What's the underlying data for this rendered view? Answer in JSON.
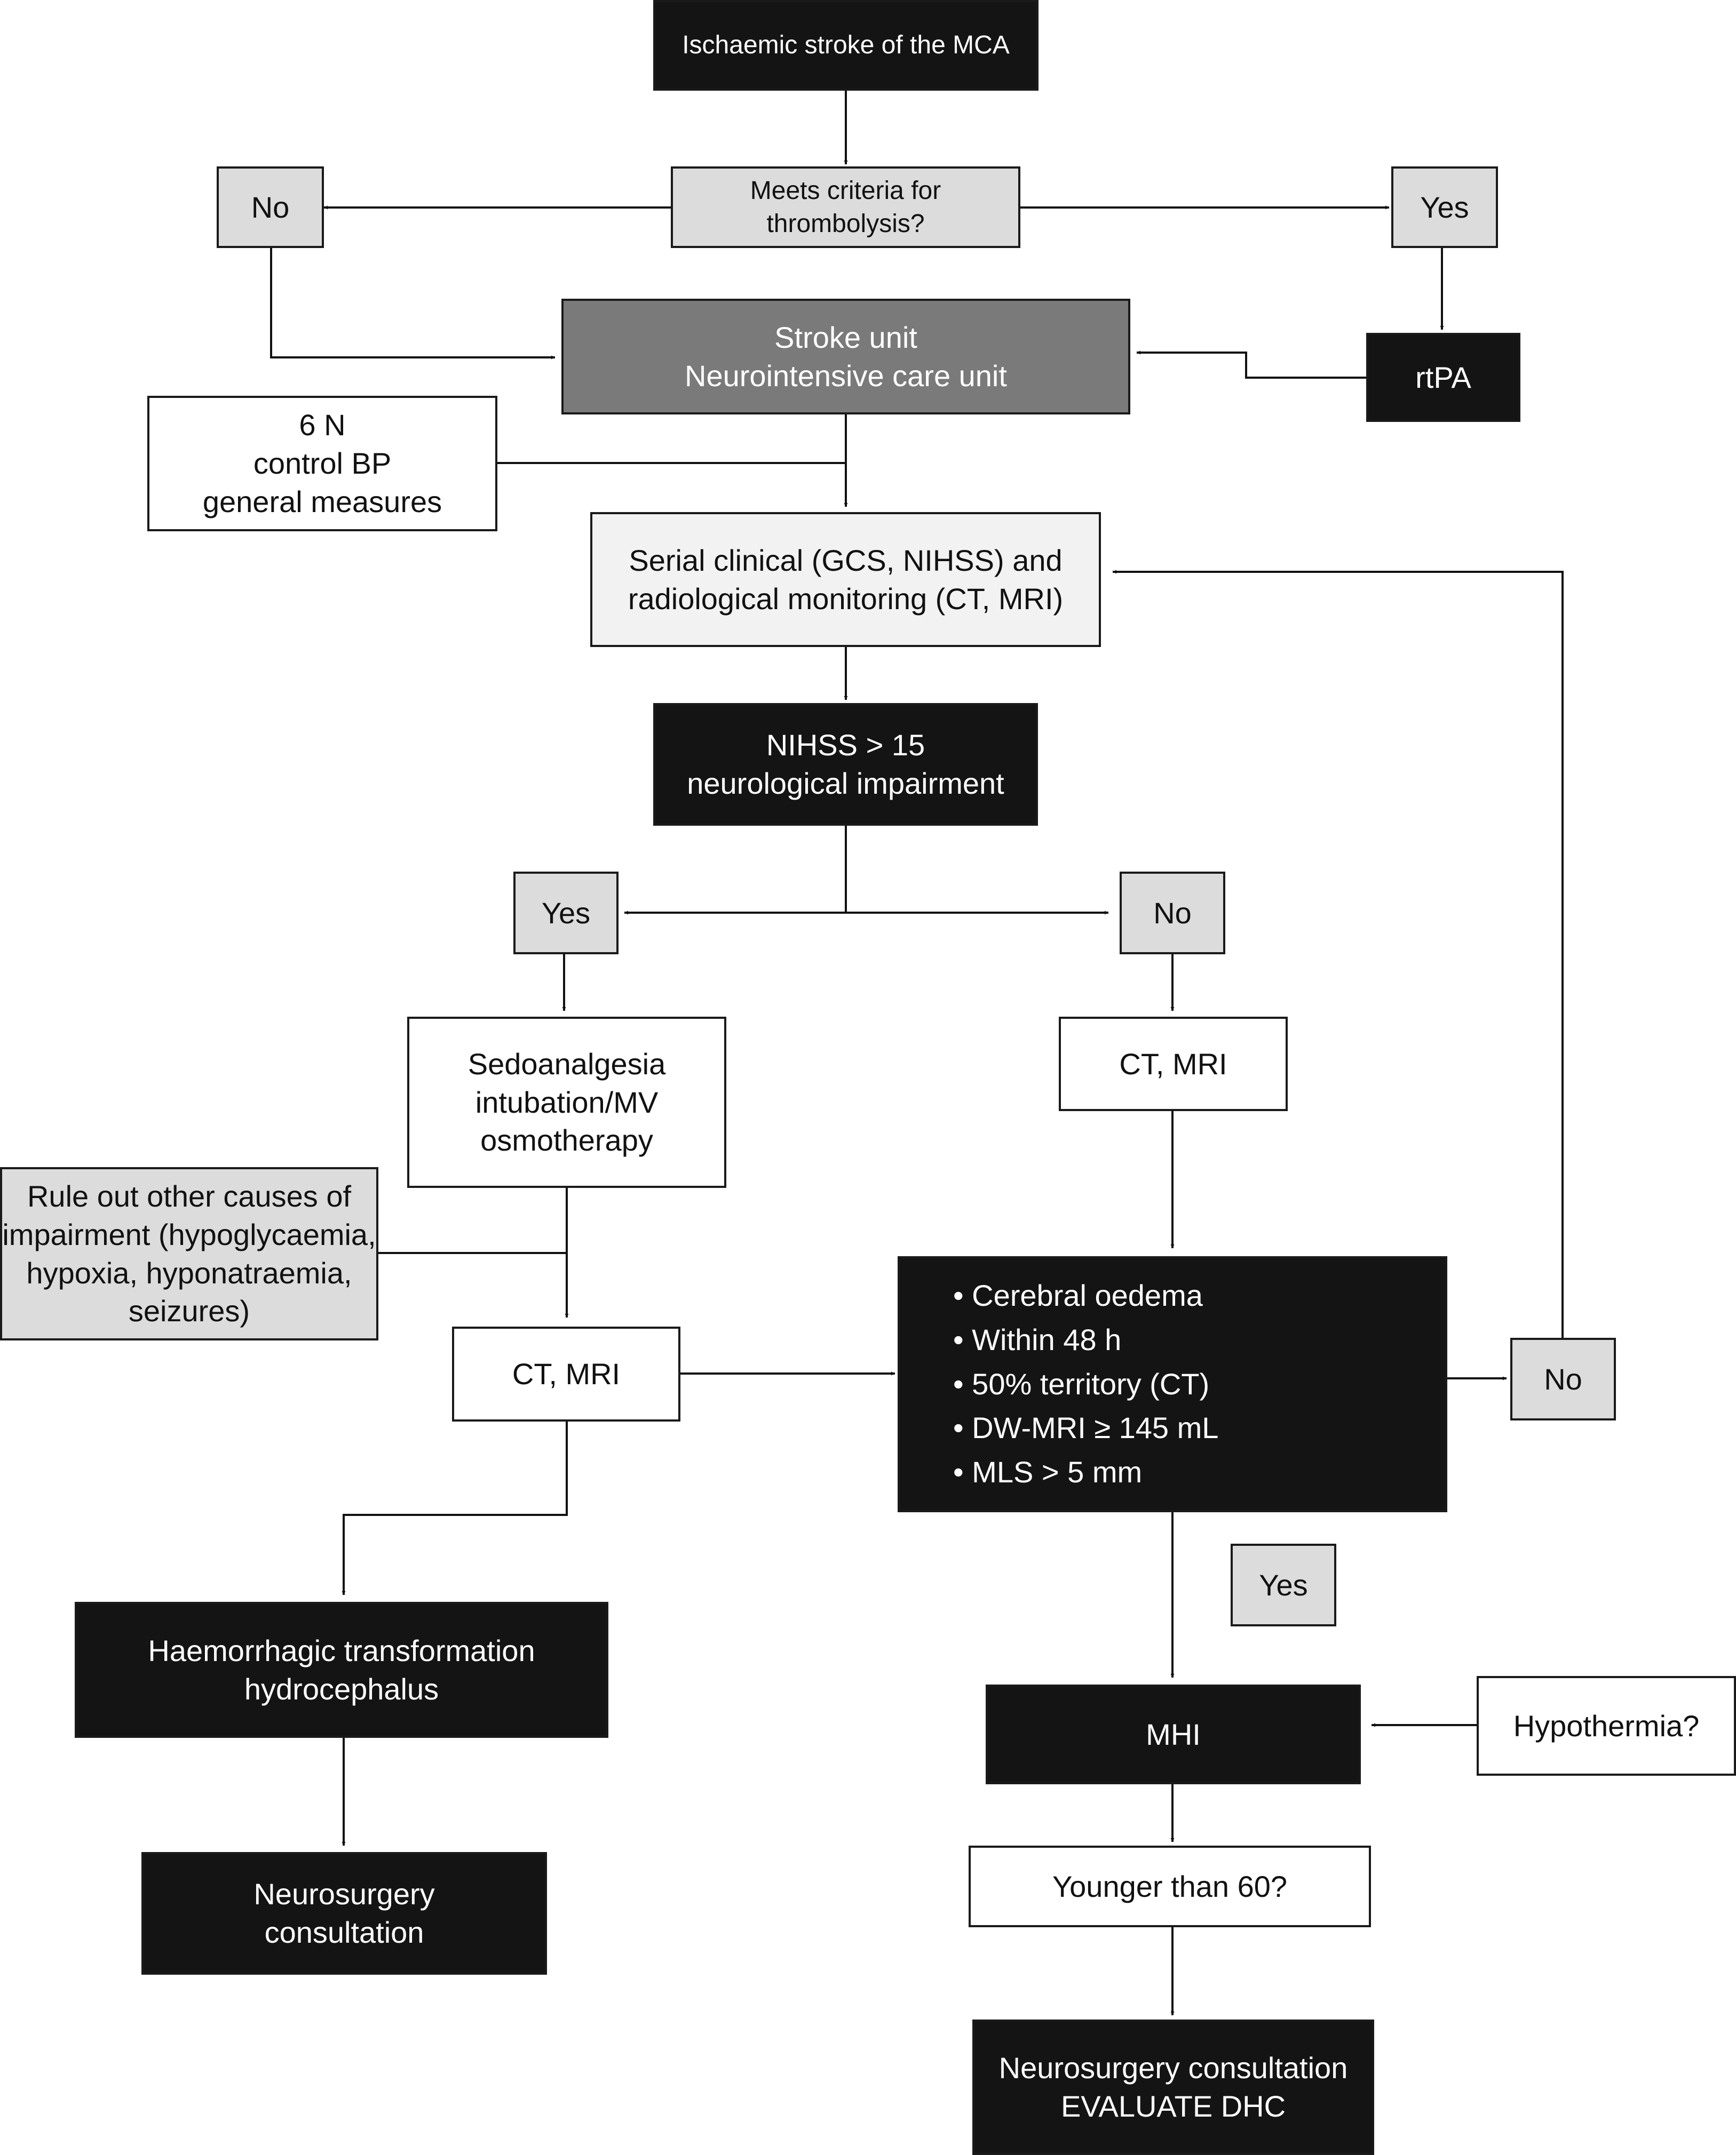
{
  "nodes": {
    "start": "Ischaemic stroke of the MCA",
    "thrombolysis_q": [
      "Meets criteria for",
      "thrombolysis?"
    ],
    "no_top": "No",
    "yes_top": "Yes",
    "rtpa": "rtPA",
    "stroke_unit": [
      "Stroke unit",
      "Neurointensive care unit"
    ],
    "measures": [
      "6 N",
      "control BP",
      "general measures"
    ],
    "monitoring": [
      "Serial clinical (GCS, NIHSS) and",
      "radiological monitoring (CT, MRI)"
    ],
    "nihss": [
      "NIHSS > 15",
      "neurological impairment"
    ],
    "yes_mid": "Yes",
    "no_mid": "No",
    "sedation": [
      "Sedoanalgesia",
      "intubation/MV",
      "osmotherapy"
    ],
    "ct_mri_right": "CT, MRI",
    "rule_out": [
      "Rule out other causes of",
      "impairment (hypoglycaemia,",
      "hypoxia, hyponatraemia,",
      "seizures)"
    ],
    "ct_mri_left": "CT, MRI",
    "criteria": [
      "Cerebral oedema",
      "Within 48 h",
      "50% territory (CT)",
      "DW-MRI ≥ 145 mL",
      "MLS > 5 mm"
    ],
    "no_right": "No",
    "yes_low": "Yes",
    "haemorrhagic": [
      "Haemorrhagic transformation",
      "hydrocephalus"
    ],
    "neurosurgery_left": [
      "Neurosurgery",
      "consultation"
    ],
    "mhi": "MHI",
    "hypothermia": "Hypothermia?",
    "younger": "Younger than 60?",
    "neurosurgery_right": [
      "Neurosurgery consultation",
      "EVALUATE DHC"
    ]
  }
}
